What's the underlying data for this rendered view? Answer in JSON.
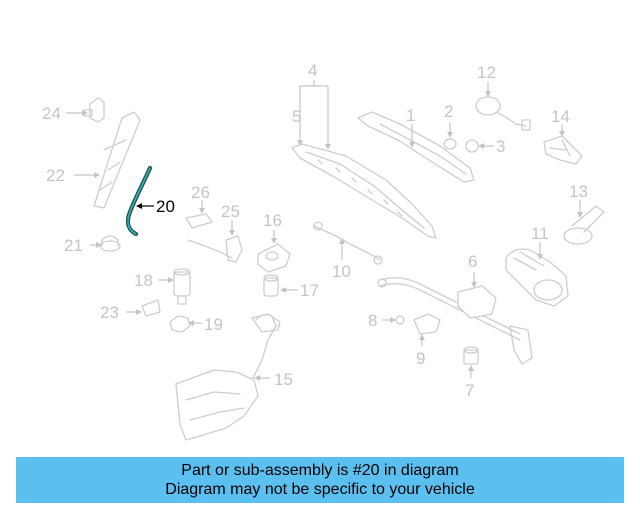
{
  "callouts": {
    "c1": "1",
    "c2": "2",
    "c3": "3",
    "c4": "4",
    "c5": "5",
    "c6": "6",
    "c7": "7",
    "c8": "8",
    "c9": "9",
    "c10": "10",
    "c11": "11",
    "c12": "12",
    "c13": "13",
    "c14": "14",
    "c15": "15",
    "c16": "16",
    "c17": "17",
    "c18": "18",
    "c19": "19",
    "c20": "20",
    "c21": "21",
    "c22": "22",
    "c23": "23",
    "c24": "24",
    "c25": "25",
    "c26": "26"
  },
  "highlighted_part": "20",
  "banner": {
    "line1": "Part or sub-assembly is #20 in diagram",
    "line2": "Diagram may not be specific to your vehicle",
    "color": "#5bc0f0"
  },
  "colors": {
    "part_line": "#cdcdcd",
    "label": "#c4c4c4",
    "highlight_hose": "#1f7a7a",
    "highlight_label": "#000000"
  }
}
